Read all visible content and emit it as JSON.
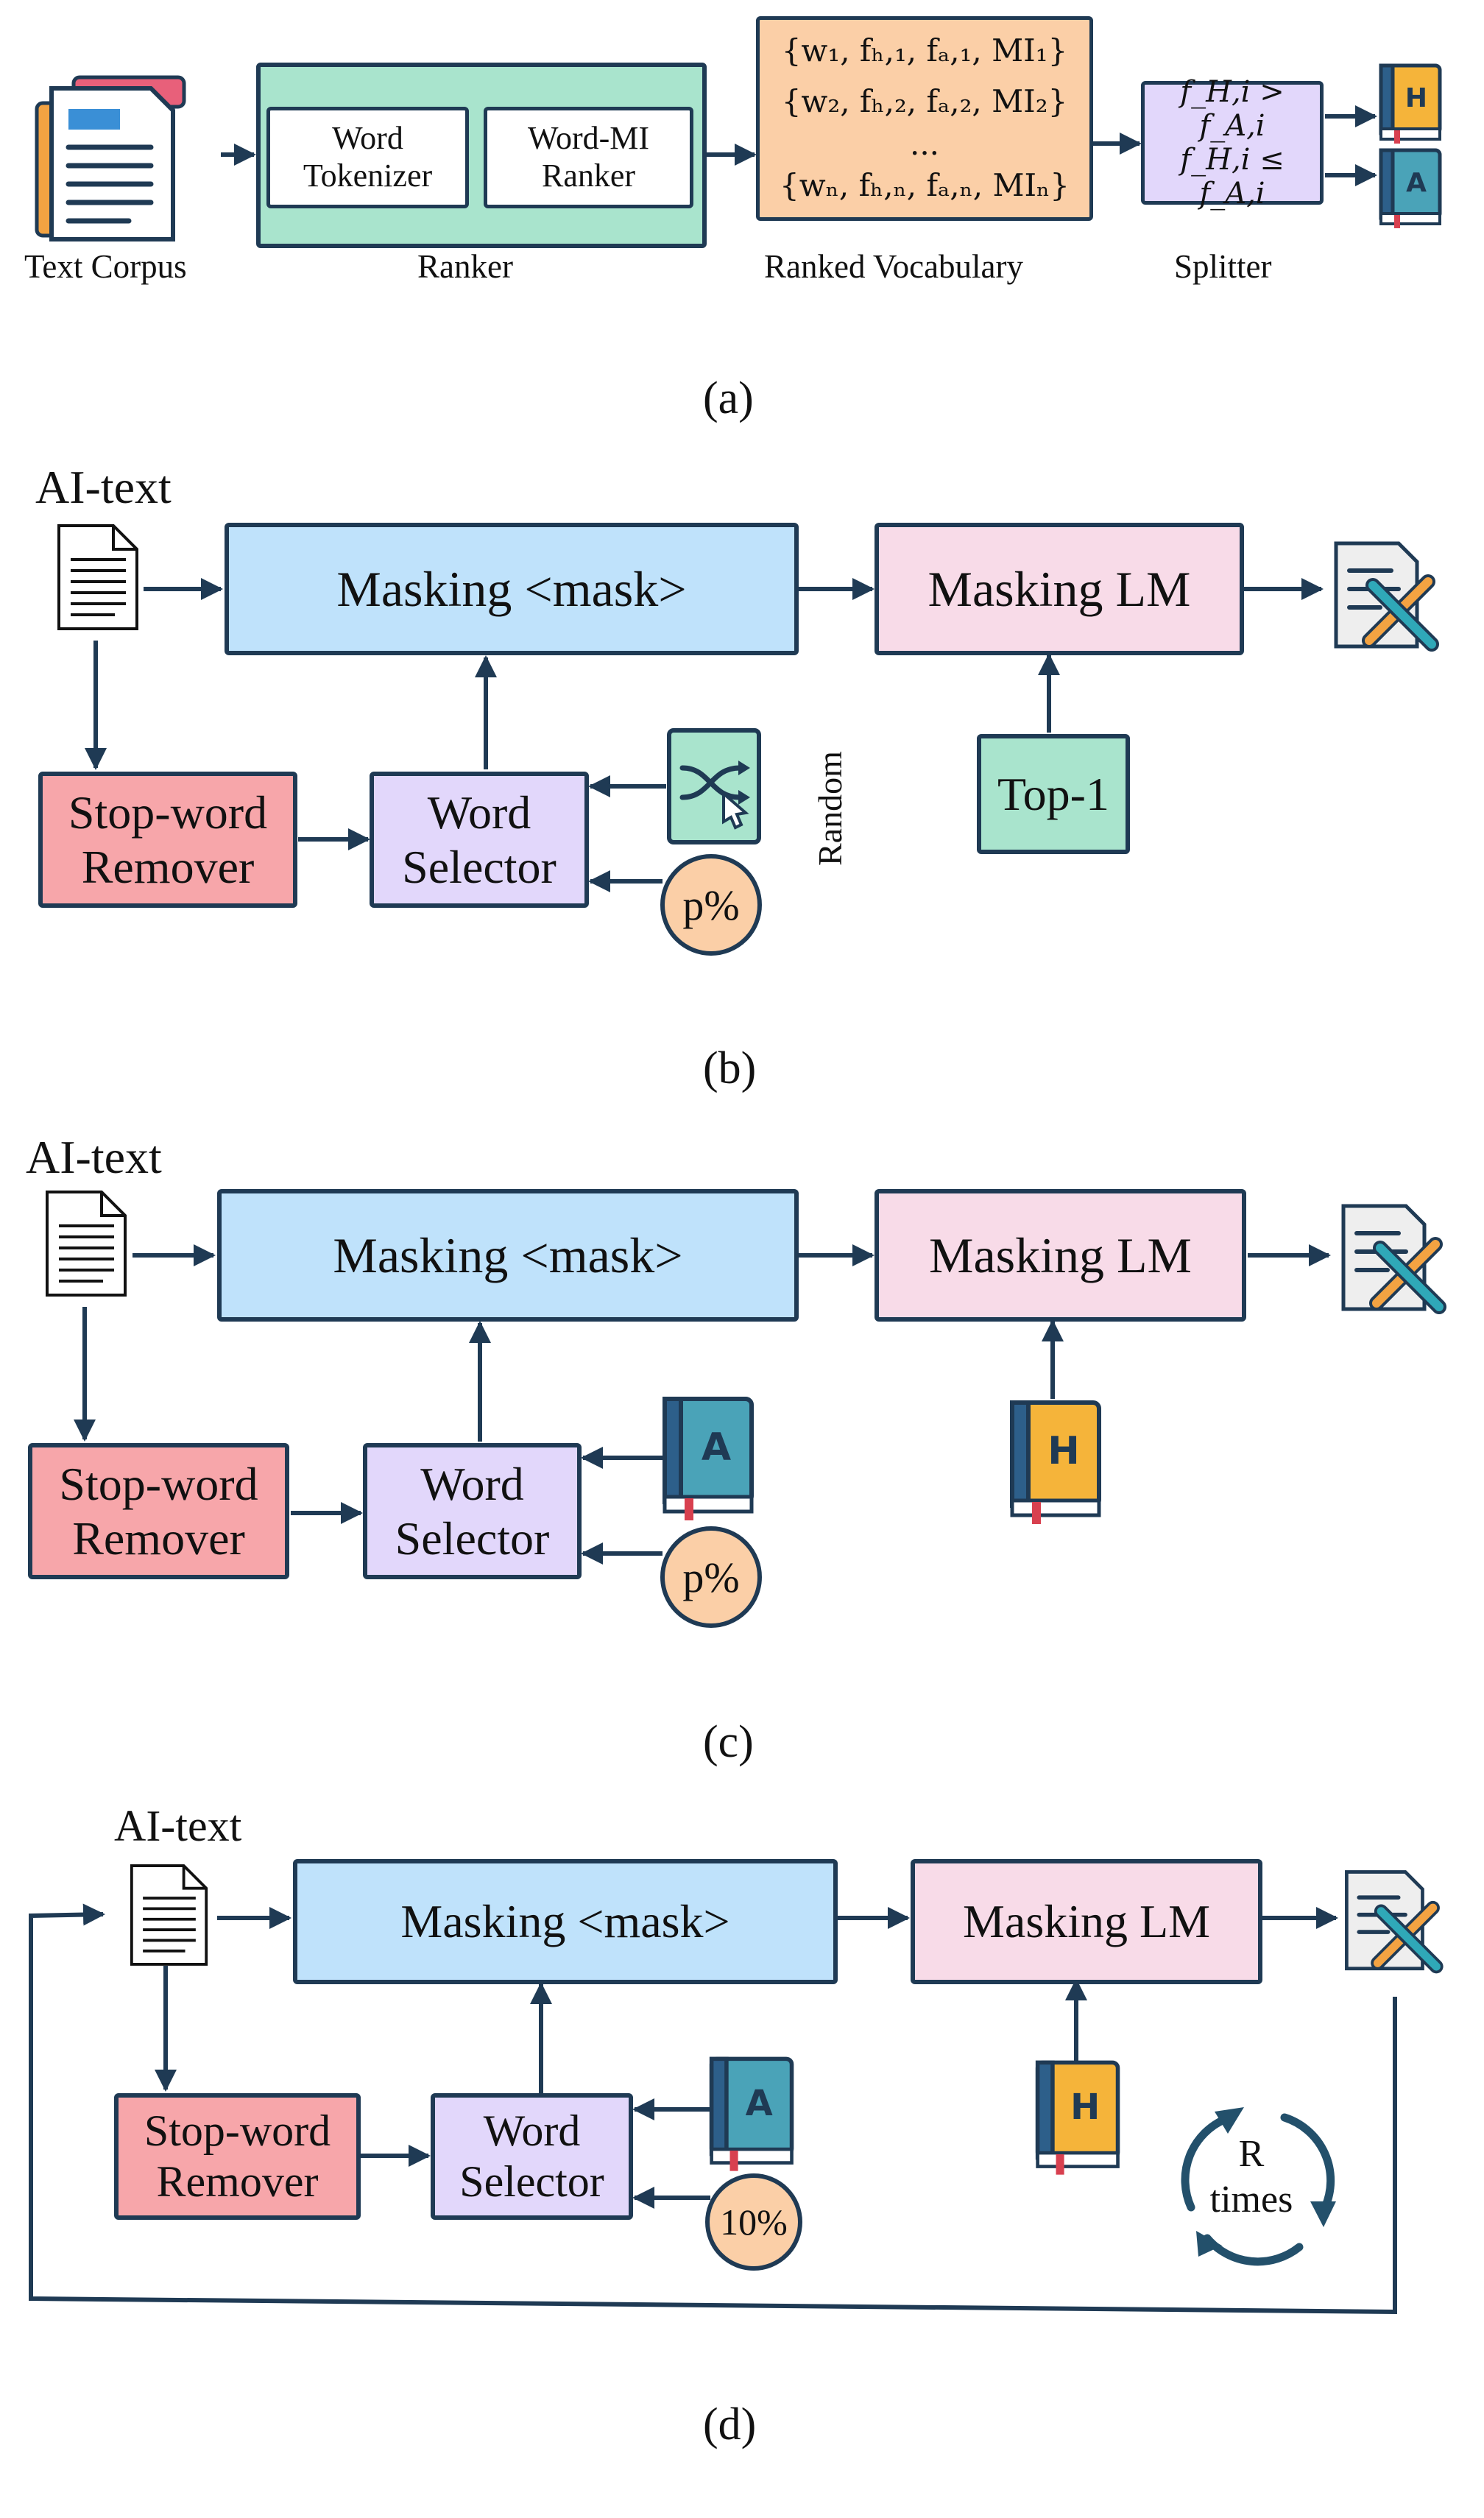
{
  "panel_a": {
    "caption": "(a)",
    "text_corpus_label": "Text Corpus",
    "ranker_label": "Ranker",
    "word_tokenizer": "Word\nTokenizer",
    "word_mi_ranker": "Word-MI\nRanker",
    "ranked_vocab_label": "Ranked Vocabulary",
    "vocab_rows": [
      "{w₁, f_H,1, f_A,1, MI₁}",
      "{w₂, f_H,2, f_A,2, MI₂}",
      "...",
      "{w_N, f_H,N, f_A,N, MI_N}"
    ],
    "vocab_row1": "{w₁, fₕ,₁, fₐ,₁, MI₁}",
    "vocab_row2": "{w₂, fₕ,₂, fₐ,₂, MI₂}",
    "vocab_row3": "...",
    "vocab_row4": "{wₙ, fₕ,ₙ, fₐ,ₙ, MIₙ}",
    "splitter_label": "Splitter",
    "split_rule_1": "f_H,i > f_A,i",
    "split_rule_2": "f_H,i ≤ f_A,i",
    "book_h": "H",
    "book_a": "A"
  },
  "panel_b": {
    "caption": "(b)",
    "input_label": "AI-text",
    "masking": "Masking <mask>",
    "masking_lm": "Masking LM",
    "stop_word_remover": "Stop-word\nRemover",
    "word_selector": "Word\nSelector",
    "top1": "Top-1",
    "random_label": "Random",
    "percent": "p%"
  },
  "panel_c": {
    "caption": "(c)",
    "input_label": "AI-text",
    "masking": "Masking <mask>",
    "masking_lm": "Masking LM",
    "stop_word_remover": "Stop-word\nRemover",
    "word_selector": "Word\nSelector",
    "percent": "p%",
    "book_a": "A",
    "book_h": "H"
  },
  "panel_d": {
    "caption": "(d)",
    "input_label": "AI-text",
    "masking": "Masking <mask>",
    "masking_lm": "Masking LM",
    "stop_word_remover": "Stop-word\nRemover",
    "word_selector": "Word\nSelector",
    "percent": "10%",
    "book_a": "A",
    "book_h": "H",
    "repeat_label": "R\ntimes"
  },
  "colors": {
    "stroke": "#1f3a54",
    "masking_fill": "#bfe2fb",
    "lm_fill": "#f8dbe8",
    "remover_fill": "#f7a6aa",
    "selector_fill": "#e2d7fb",
    "ranker_fill": "#a9e4cd",
    "vocab_fill": "#fbcfa7",
    "book_h_fill": "#f5b43a",
    "book_a_fill": "#4aa3b8"
  }
}
